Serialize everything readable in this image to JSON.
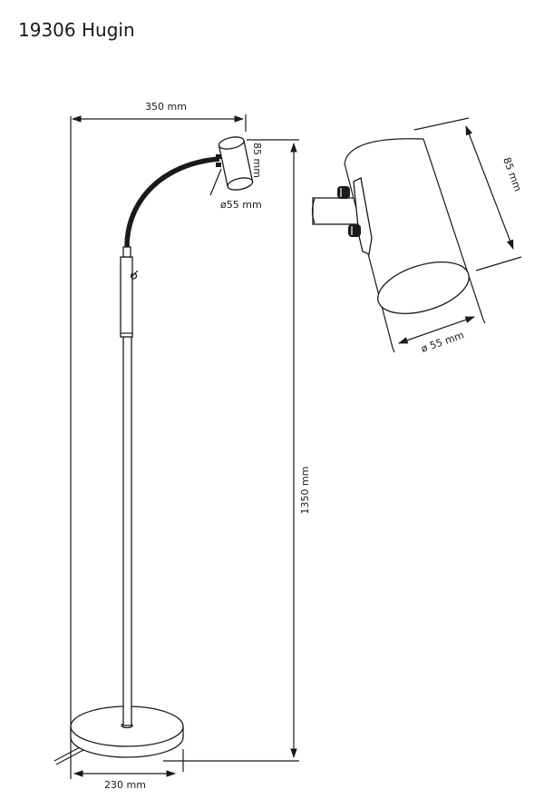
{
  "title": "19306 Hugin",
  "dimensions": {
    "reach": "350 mm",
    "height": "1350 mm",
    "base_diameter": "230 mm",
    "shade_length_small": "85 mm",
    "shade_diameter_small": "ø55 mm",
    "shade_length_detail": "85 mm",
    "shade_diameter_detail": "ø 55 mm"
  },
  "colors": {
    "line": "#1a1a1a",
    "background": "#ffffff"
  }
}
